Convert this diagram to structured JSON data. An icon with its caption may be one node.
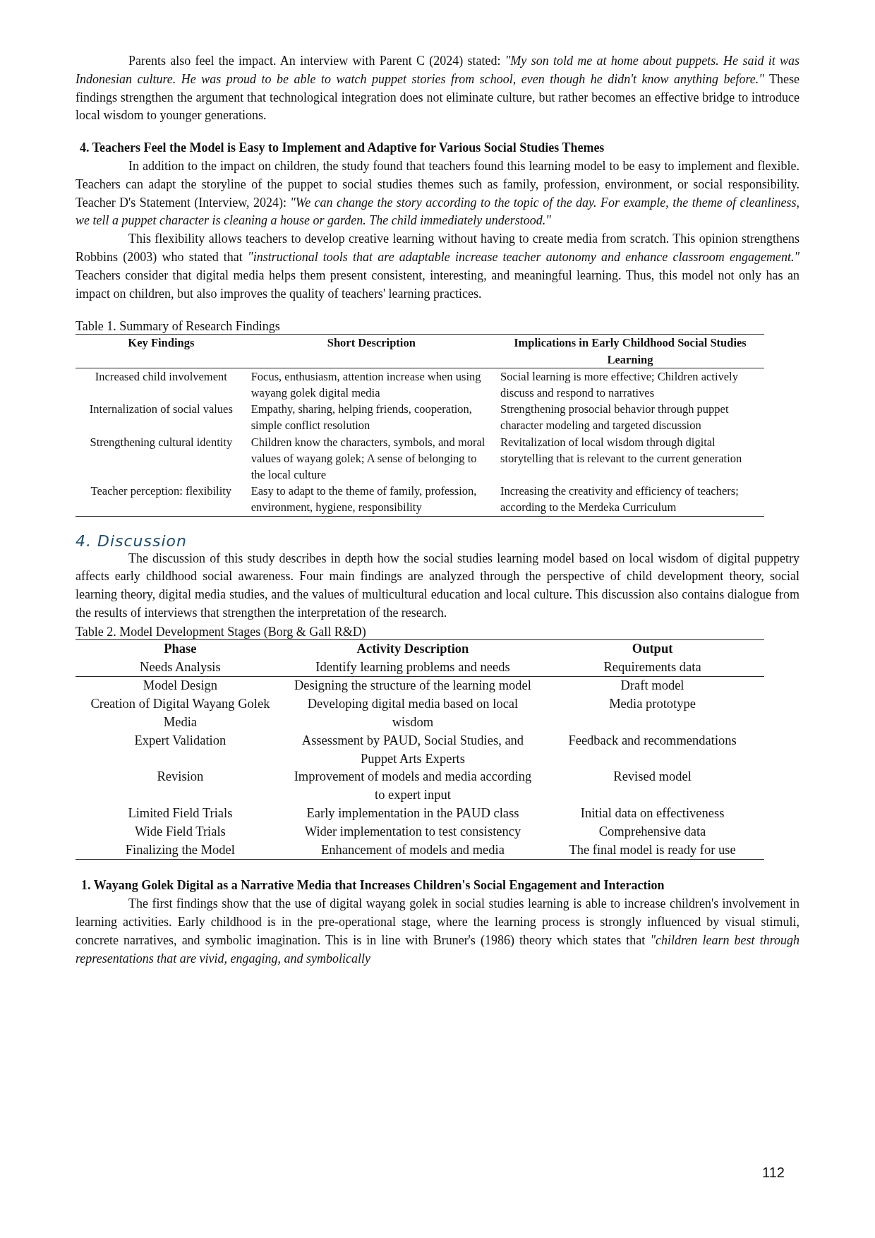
{
  "diagram": {
    "labels": [
      "Parents also feel the impact. An interview with Parent C (2024) stated: *\"My son told me at home about puppets. He said it was Indonesian culture. He was proud to be able to watch puppet stories from school, even though he didn't know anything before.\"* These findings strengthen the argument that technological integration does not eliminate culture, but rather becomes an effective bridge to introduce local wisdom to younger generations.",
      "4. Teachers Feel the Model is Easy to Implement and Adaptive for Various Social Studies Themes",
      "In addition to the impact on children, the study found that teachers found this learning model to be easy to implement and flexible. Teachers can adapt the storyline of the puppet to social studies themes such as family, profession, environment, or social responsibility. Teacher D's Statement (Interview, 2024): *\"We can change the story according to the topic of the day. For example, the theme of cleanliness, we tell a puppet character is cleaning a house or garden. The child immediately understood.\"*",
      "This flexibility allows teachers to develop creative learning without having to create media from scratch. This opinion strengthens Robbins (2003) who stated that *\"instructional tools that are adaptable increase teacher autonomy and enhance classroom engagement.\"* Teachers consider that digital media helps them present consistent, interesting, and meaningful learning. Thus, this model not only has an impact on children, but also improves the quality of teachers' learning practices.",
      "Table 1. Summary of Research Findings",
      "Key Findings",
      "Short Description",
      "Implications in Early Childhood Social Studies Learning",
      "Increased child involvement",
      "Focus, enthusiasm, attention increase when using wayang golek digital media",
      "Social learning is more effective; Children actively discuss and respond to narratives",
      "Internalization of social values",
      "Empathy, sharing, helping friends, cooperation, simple conflict resolution",
      "Strengthening prosocial behavior through puppet character modeling and targeted discussion",
      "Strengthening cultural identity",
      "Children know the characters, symbols, and moral values of wayang golek; A sense of belonging to the local culture",
      "Revitalization of local wisdom through digital storytelling that is relevant to the current generation",
      "Teacher perception: flexibility",
      "Easy to adapt to the theme of family, profession, environment, hygiene, responsibility",
      "Increasing the creativity and efficiency of teachers; according to the Merdeka Curriculum",
      "4. Discussion",
      "The discussion of this study describes in depth how the social studies learning model based on local wisdom of digital puppetry affects early childhood social awareness. Four main findings are analyzed through the perspective of child development theory, social learning theory, digital media studies, and the values of multicultural education and local culture. This discussion also contains dialogue from the results of interviews that strengthen the interpretation of the research.",
      "Table 2. Model Development Stages (Borg & Gall R&D)",
      "Phase",
      "Activity Description",
      "Output",
      "Needs Analysis",
      "Identify learning problems and needs",
      "Requirements data",
      "Model Design",
      "Designing the structure of the learning model",
      "Draft model",
      "Creation of Digital Wayang Golek Media",
      "Developing digital media based on local wisdom",
      "Media prototype",
      "Expert Validation",
      "Assessment by PAUD, Social Studies, and Puppet Arts Experts",
      "Feedback and recommendations",
      "Revision",
      "Improvement of models and media according to expert input",
      "Revised model",
      "Limited Field Trials",
      "Early implementation in the PAUD class",
      "Initial data on effectiveness",
      "Wide Field Trials",
      "Wider implementation to test consistency",
      "Comprehensive data",
      "Finalizing the Model",
      "Enhancement of models and media",
      "The final model is ready for use",
      "1. Wayang Golek Digital as a Narrative Media that Increases Children's Social Engagement and Interaction",
      "The first findings show that the use of digital wayang golek in social studies learning is able to increase children's involvement in learning activities. Early childhood is in the pre-operational stage, where the learning process is strongly influenced by visual stimuli, concrete narratives, and symbolic imagination. This is in line with Bruner's (1986) theory which states that *\"children learn best through representations that are vivid, engaging, and symbolically*",
      "112"
    ]
  }
}
